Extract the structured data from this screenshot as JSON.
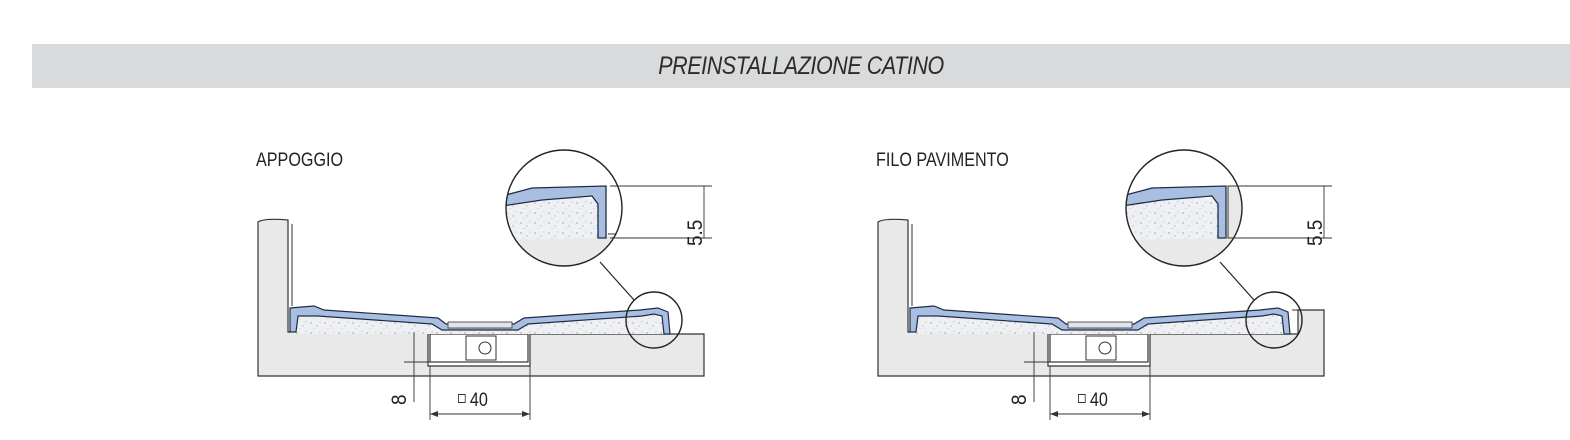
{
  "header": {
    "title": "PREINSTALLAZIONE CATINO"
  },
  "panels": [
    {
      "id": "left",
      "label": "APPOGGIO",
      "dim_detail": "5.5",
      "dim_depth": "8",
      "dim_square": "40",
      "flush": false
    },
    {
      "id": "right",
      "label": "FILO PAVIMENTO",
      "dim_detail": "5.5",
      "dim_depth": "8",
      "dim_square": "40",
      "flush": true
    }
  ],
  "colors": {
    "banner": "#d9dadb",
    "tray": "#a9bfe2",
    "tray_stroke": "#1f2c44",
    "screed": "#eef0f4",
    "wall": "#e9e9ea",
    "line": "#333333"
  },
  "icons": [
    "square-symbol"
  ]
}
